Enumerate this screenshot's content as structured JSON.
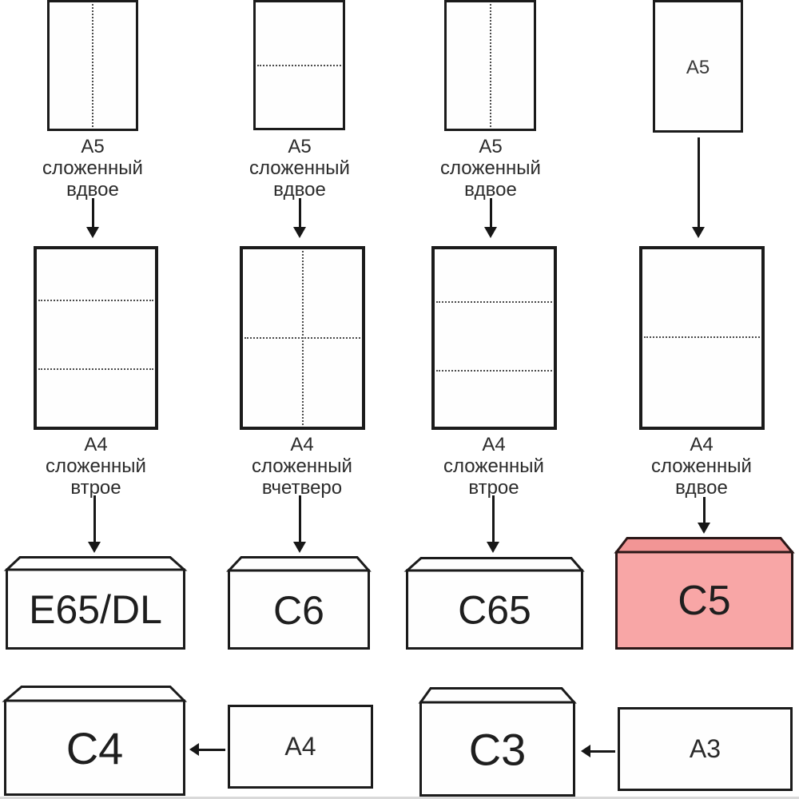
{
  "colors": {
    "background": "#ffffff",
    "outline": "#1b1b1b",
    "highlight_flap": "#f29595",
    "highlight_body": "#f8a6a6",
    "text": "#222222"
  },
  "columns": [
    {
      "top_paper": {
        "fold": "vertical-half",
        "label_lines": [
          "A5",
          "сложенный",
          "вдвое"
        ]
      },
      "mid_paper": {
        "fold": "horizontal-thirds",
        "label_lines": [
          "A4",
          "сложенный",
          "втрое"
        ]
      },
      "envelope": {
        "label": "E65/DL",
        "highlighted": false
      }
    },
    {
      "top_paper": {
        "fold": "horizontal-half",
        "label_lines": [
          "A5",
          "сложенный",
          "вдвое"
        ]
      },
      "mid_paper": {
        "fold": "quarters-cross",
        "label_lines": [
          "A4",
          "сложенный",
          "вчетверо"
        ]
      },
      "envelope": {
        "label": "C6",
        "highlighted": false
      }
    },
    {
      "top_paper": {
        "fold": "vertical-half",
        "label_lines": [
          "A5",
          "сложенный",
          "вдвое"
        ]
      },
      "mid_paper": {
        "fold": "horizontal-thirds",
        "label_lines": [
          "A4",
          "сложенный",
          "втрое"
        ]
      },
      "envelope": {
        "label": "C65",
        "highlighted": false
      }
    },
    {
      "top_paper": {
        "fold": "none",
        "inner_label": "A5"
      },
      "mid_paper": {
        "fold": "horizontal-half",
        "label_lines": [
          "A4",
          "сложенный",
          "вдвое"
        ]
      },
      "envelope": {
        "label": "C5",
        "highlighted": true
      }
    }
  ],
  "bottom_row": [
    {
      "envelope_label": "C4",
      "paper_label": "A4"
    },
    {
      "envelope_label": "C3",
      "paper_label": "A3"
    }
  ]
}
